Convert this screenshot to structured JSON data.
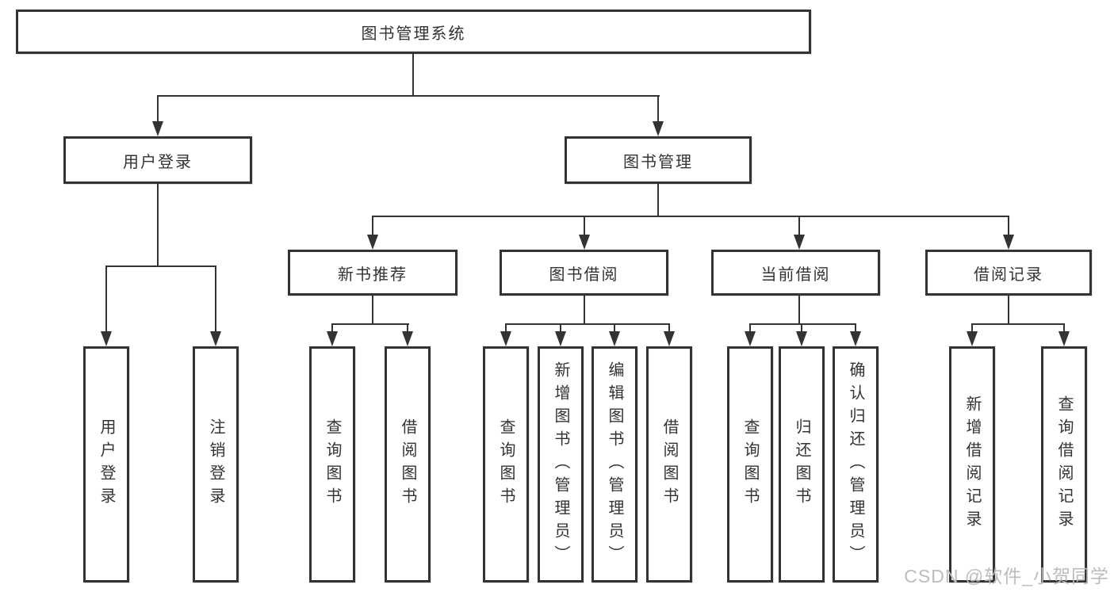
{
  "tree": {
    "root": "图书管理系统",
    "branches": [
      {
        "label": "用户登录",
        "children": [
          "用户登录",
          "注销登录"
        ]
      },
      {
        "label": "图书管理",
        "children": [
          {
            "label": "新书推荐",
            "children": [
              "查询图书",
              "借阅图书"
            ]
          },
          {
            "label": "图书借阅",
            "children": [
              "查询图书",
              "新增图书（管理员）",
              "编辑图书（管理员）",
              "借阅图书"
            ]
          },
          {
            "label": "当前借阅",
            "children": [
              "查询图书",
              "归还图书",
              "确认归还（管理员）"
            ]
          },
          {
            "label": "借阅记录",
            "children": [
              "新增借阅记录",
              "查询借阅记录"
            ]
          }
        ]
      }
    ]
  },
  "watermark": {
    "text": "CSDN @软件_小贺同学"
  },
  "colors": {
    "line": "#333333",
    "box_border": "#333333",
    "box_background": "#ffffff",
    "text": "#333333",
    "watermark_text": "#bcbcbc",
    "background": "#ffffff"
  }
}
